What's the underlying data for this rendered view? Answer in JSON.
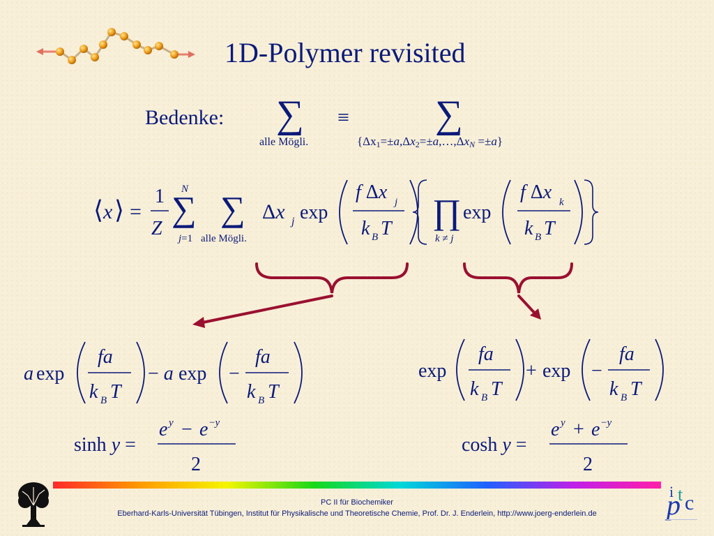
{
  "title": "1D-Polymer revisited",
  "bedenke": "Bedenke:",
  "alle_moegli": "alle Mögli.",
  "equiv": "≡",
  "sum_range": "{Δx₁=±a,Δx₂=±a,…,Δx_N=±a}",
  "main_eq": {
    "lhs": "⟨x⟩ =",
    "one": "1",
    "Z": "Z",
    "N": "N",
    "j_eq_1": "j=1",
    "alle_moegli": "alle Mögli.",
    "dx_j": "Δx",
    "j": "j",
    "exp": "exp",
    "f_dx": "f Δx",
    "kbT": "k",
    "B": "B",
    "T": "T",
    "k_neq_j": "k ≠ j",
    "k": "k"
  },
  "left_result": {
    "a": "a",
    "exp": "exp",
    "fa": "fa",
    "minus": "−",
    "kbT": "k",
    "B": "B",
    "T": "T"
  },
  "right_result": {
    "exp": "exp",
    "plus": "+",
    "minus": "−",
    "fa": "fa"
  },
  "sinh": {
    "lhs": "sinh",
    "y": "y",
    "eq": "=",
    "num": "e",
    "two": "2"
  },
  "cosh": {
    "lhs": "cosh",
    "y": "y",
    "eq": "=",
    "num": "e",
    "two": "2"
  },
  "footer": {
    "line1": "PC II für Biochemiker",
    "line2": "Eberhard-Karls-Universität Tübingen, Institut für Physikalische und Theoretische Chemie, Prof. Dr. J. Enderlein, http://www.joerg-enderlein.de"
  },
  "colors": {
    "text": "#0a1a7a",
    "arrow": "#9a1030",
    "bead": "#f0a020"
  },
  "icons": [
    "polymer-chain-icon",
    "tree-logo-icon",
    "ipc-logo-icon"
  ]
}
